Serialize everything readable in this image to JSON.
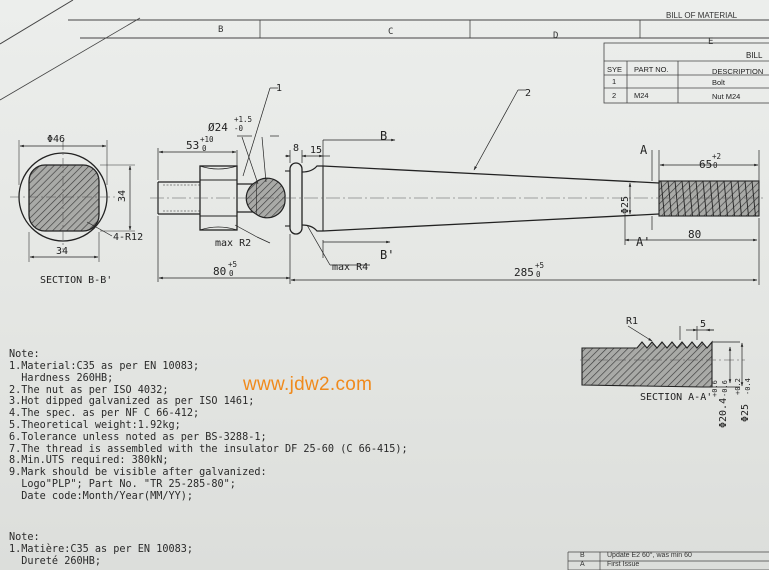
{
  "frame": {
    "columns": [
      "B",
      "C",
      "D",
      "E"
    ],
    "title_top": "BILL OF MATERIAL"
  },
  "bom": {
    "title": "BILL",
    "headers": [
      "SYE",
      "PART NO.",
      "DESCRIPTION"
    ],
    "rows": [
      {
        "sye": "1",
        "part": "",
        "desc": "Bolt"
      },
      {
        "sye": "2",
        "part": "M24",
        "desc": "Nut M24"
      }
    ]
  },
  "drawing": {
    "balloon_1": "1",
    "balloon_2": "2",
    "dim_dia46": "Φ46",
    "dim_34_v": "34",
    "dim_34_h": "34",
    "dim_r12": "4-R12",
    "section_bb": "SECTION B-B'",
    "dim_dia24": "Ø24",
    "dim_dia24_tol_up": "+1.5",
    "dim_dia24_tol_lo": "-0",
    "dim_53": "53",
    "dim_53_tol_up": "+10",
    "dim_53_tol_lo": "0",
    "dim_8": "8",
    "dim_15": "15",
    "sec_b": "B",
    "sec_b2": "B'",
    "max_r2": "max R2",
    "max_r4": "max R4",
    "dim_80_left": "80",
    "dim_80_left_tol_up": "+5",
    "dim_80_left_tol_lo": "0",
    "dim_285": "285",
    "dim_285_tol_up": "+5",
    "dim_285_tol_lo": "0",
    "sec_a": "A",
    "sec_a2": "A'",
    "dim_65": "65",
    "dim_65_tol_up": "+2",
    "dim_65_tol_lo": "0",
    "dim_dia25": "Φ25",
    "dim_80_right": "80",
    "dim_r1": "R1",
    "dim_5": "5",
    "section_aa": "SECTION A-A'",
    "dim_dia204": "Φ20.4",
    "dim_dia204_tol_up": "+0.6",
    "dim_dia204_tol_lo": "-0.6",
    "dim_dia25b": "Φ25",
    "dim_dia25b_tol_up": "+0.2",
    "dim_dia25b_tol_lo": "-0.4"
  },
  "notes": {
    "heading": "Note:",
    "lines": [
      "1.Material:C35 as per EN 10083;",
      "  Hardness 260HB;",
      "2.The nut as per ISO 4032;",
      "3.Hot dipped galvanized as per ISO 1461;",
      "4.The spec. as per NF C 66-412;",
      "5.Theoretical weight:1.92kg;",
      "6.Tolerance unless noted as per BS-3288-1;",
      "7.The thread is assembled with the insulator DF 25-60 (C 66-415);",
      "8.Min.UTS required: 380kN;",
      "9.Mark should be visible after galvanized:",
      "  Logo\"PLP\"; Part No. \"TR 25-285-80\";",
      "  Date code:Month/Year(MM/YY);"
    ],
    "fr_heading": "Note:",
    "fr_lines": [
      "1.Matière:C35 as per EN 10083;",
      "  Dureté 260HB;"
    ]
  },
  "watermark": "www.jdw2.com",
  "revisions": [
    {
      "rev": "B",
      "desc": "Update E2 60°, was min 60"
    },
    {
      "rev": "A",
      "desc": "First Issue"
    }
  ]
}
